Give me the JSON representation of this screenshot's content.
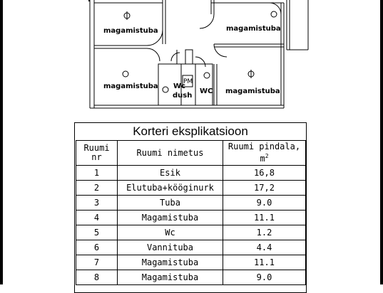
{
  "plan": {
    "rooms": [
      {
        "id": "r1",
        "label": "magamistuba"
      },
      {
        "id": "r2",
        "label": "magamistuba"
      },
      {
        "id": "r3",
        "label": "magamistuba"
      },
      {
        "id": "r4",
        "label": "magamistuba"
      },
      {
        "id": "r5",
        "label": "Wc"
      },
      {
        "id": "r6",
        "label": "dush"
      },
      {
        "id": "r7",
        "label": "WC"
      },
      {
        "id": "r8",
        "label": "PM"
      }
    ]
  },
  "table": {
    "title": "Korteri eksplikatsioon",
    "headers": {
      "col1_line1": "Ruumi",
      "col1_line2": "nr",
      "col2": "Ruumi nimetus",
      "col3_line1": "Ruumi pindala,",
      "col3_unit": "m",
      "col3_sup": "2"
    },
    "rows": [
      {
        "nr": "1",
        "name": "Esik",
        "area": "16,8"
      },
      {
        "nr": "2",
        "name": "Elutuba+kööginurk",
        "area": "17,2"
      },
      {
        "nr": "3",
        "name": "Tuba",
        "area": "9.0"
      },
      {
        "nr": "4",
        "name": "Magamistuba",
        "area": "11.1"
      },
      {
        "nr": "5",
        "name": "Wc",
        "area": "1.2"
      },
      {
        "nr": "6",
        "name": "Vannituba",
        "area": "4.4"
      },
      {
        "nr": "7",
        "name": "Magamistuba",
        "area": "11.1"
      },
      {
        "nr": "8",
        "name": "Magamistuba",
        "area": "9.0"
      }
    ]
  }
}
